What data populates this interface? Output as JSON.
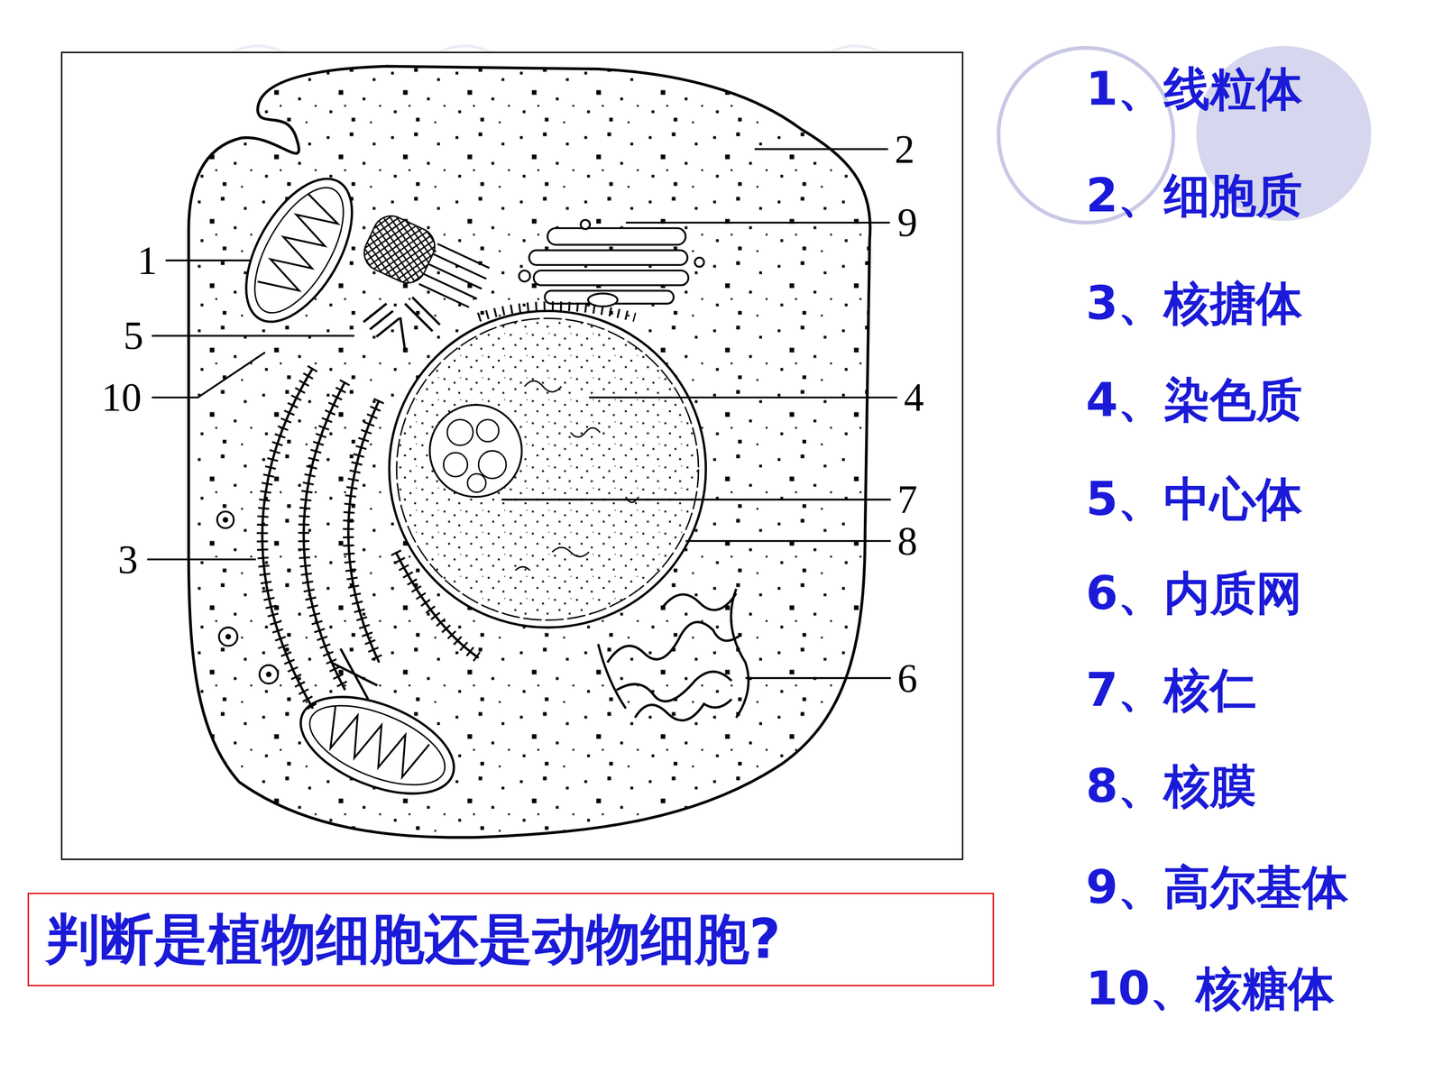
{
  "diagram": {
    "nodes": [
      {
        "text": [
          "判断是植物细胞还是动物细胞?"
        ]
      }
    ],
    "labels": [
      "2",
      "9",
      "1",
      "5",
      "10",
      "4",
      "7",
      "8",
      "3",
      "6",
      "1、线粒体",
      "2、细胞质",
      "3、核搪体",
      "4、染色质",
      "5、中心体",
      "6、内质网",
      "7、核仁",
      "8、核膜",
      "9、高尔基体",
      "10、核糖体"
    ]
  }
}
